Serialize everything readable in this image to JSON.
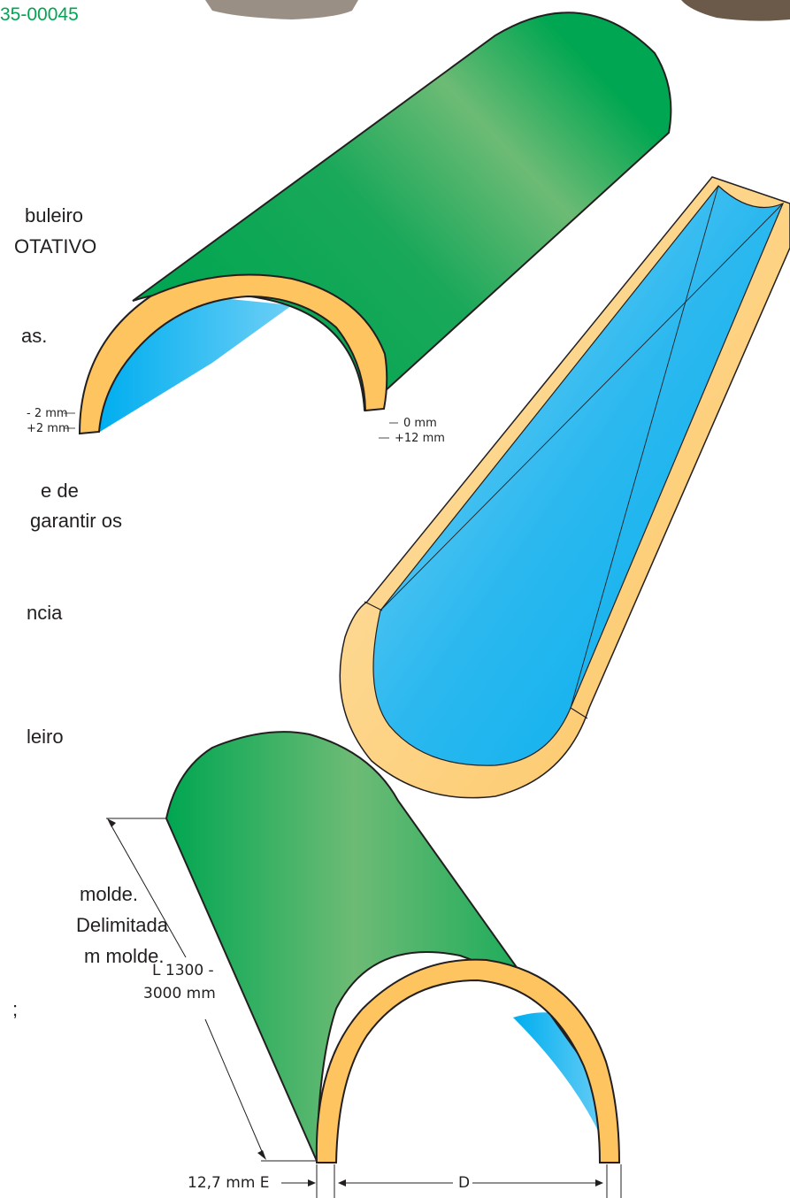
{
  "header": {
    "code": "35-00045"
  },
  "left_text": {
    "line1": "buleiro",
    "line2": "OTATIVO",
    "line3": "as.",
    "line4": "e  de",
    "line5": "garantir  os",
    "line6": "ncia",
    "line7": "leiro",
    "line8": "molde.",
    "line9": "Delimitada",
    "line10": "m  molde.",
    "line11": ";"
  },
  "tolerances": {
    "left_top": "- 2 mm",
    "left_bottom": "+2 mm",
    "right_top": "0 mm",
    "right_bottom": "+12 mm"
  },
  "dimensions": {
    "length_line1": "L 1300 -",
    "length_line2": "3000 mm",
    "thickness": "12,7 mm E",
    "diameter": "D"
  },
  "colors": {
    "green_dark": "#00a651",
    "green_light": "#6dbb75",
    "orange": "#fdc45f",
    "orange_light": "#fde3ad",
    "blue": "#00aeef",
    "blue_light": "#6dcff6"
  }
}
